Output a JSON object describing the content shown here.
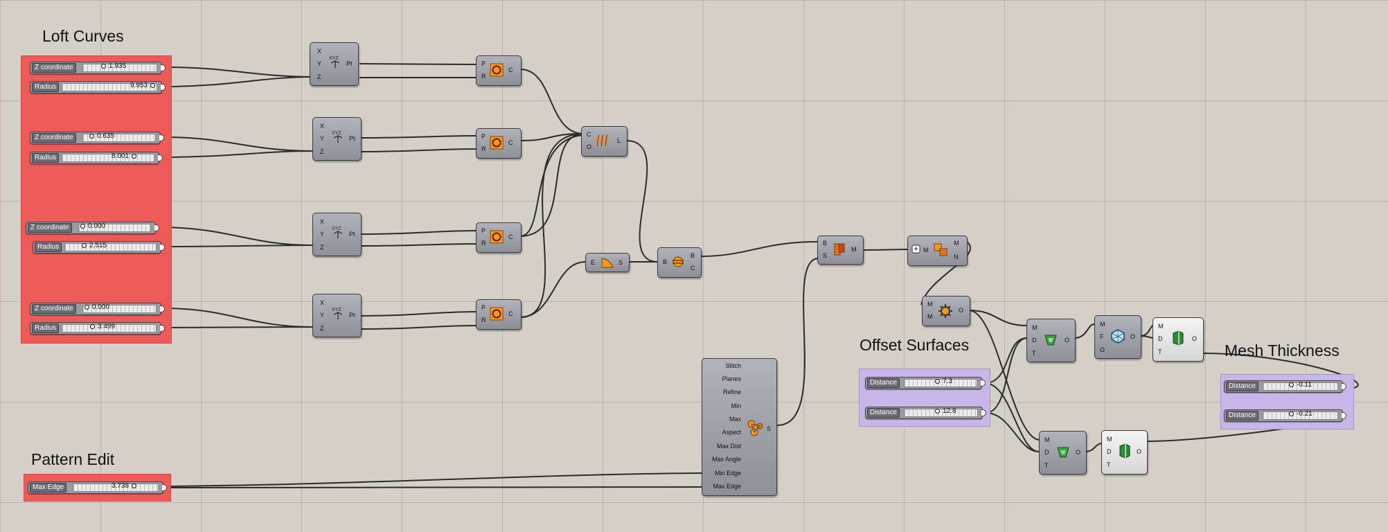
{
  "groups": {
    "loft": {
      "title": "Loft Curves"
    },
    "pattern": {
      "title": "Pattern Edit"
    },
    "offset": {
      "title": "Offset Surfaces"
    },
    "mesh": {
      "title": "Mesh Thickness"
    }
  },
  "sliders": {
    "z1": {
      "label": "Z coordinate",
      "value": "1.935"
    },
    "r1": {
      "label": "Radius",
      "value": "9.953"
    },
    "z2": {
      "label": "Z coordinate",
      "value": "0.635"
    },
    "r2": {
      "label": "Radius",
      "value": "8.001"
    },
    "z3": {
      "label": "Z coordinate",
      "value": "0.000"
    },
    "r3": {
      "label": "Radius",
      "value": "2.515"
    },
    "z4": {
      "label": "Z coordinate",
      "value": "0.000"
    },
    "r4": {
      "label": "Radius",
      "value": "3.499"
    },
    "maxedge": {
      "label": "Max Edge",
      "value": "3.738"
    },
    "d1": {
      "label": "Distance",
      "value": "7.3"
    },
    "d2": {
      "label": "Distance",
      "value": "12.8"
    },
    "d3": {
      "label": "Distance",
      "value": "-0.11"
    },
    "d4": {
      "label": "Distance",
      "value": "-0.21"
    }
  },
  "ports": {
    "x": "X",
    "y": "Y",
    "z": "Z",
    "pt": "Pt",
    "p": "P",
    "r": "R",
    "c": "C",
    "o": "O",
    "l": "L",
    "e": "E",
    "s": "S",
    "b": "B",
    "m": "M",
    "n": "N",
    "d": "D",
    "t": "T",
    "f": "F"
  },
  "mesher": {
    "inputs": [
      "Stitch",
      "Planes",
      "Refine",
      "Min",
      "Max",
      "Aspect",
      "Max Dist",
      "Max Angle",
      "Min Edge",
      "Max Edge"
    ],
    "output": "S"
  },
  "colors": {
    "canvas": "#d4d0c8",
    "group_red": "#ee5a57",
    "group_purple": "#c9b6e8",
    "component": "#9e9ea6",
    "wire": "#2a2a2a"
  },
  "icons": {
    "construct_point": "xyz-point-icon",
    "circle": "circle-icon",
    "loft": "loft-icon",
    "edge_surface": "surface-icon",
    "brep_edges": "brep-edges-icon",
    "mesh_brep": "mesh-brep-icon",
    "mesh_join": "mesh-join-icon",
    "smooth": "gear-icon",
    "offset": "offset-mesh-icon",
    "mesh_thicken": "thicken-icon",
    "mesh_settings": "mesher-settings-icon"
  }
}
